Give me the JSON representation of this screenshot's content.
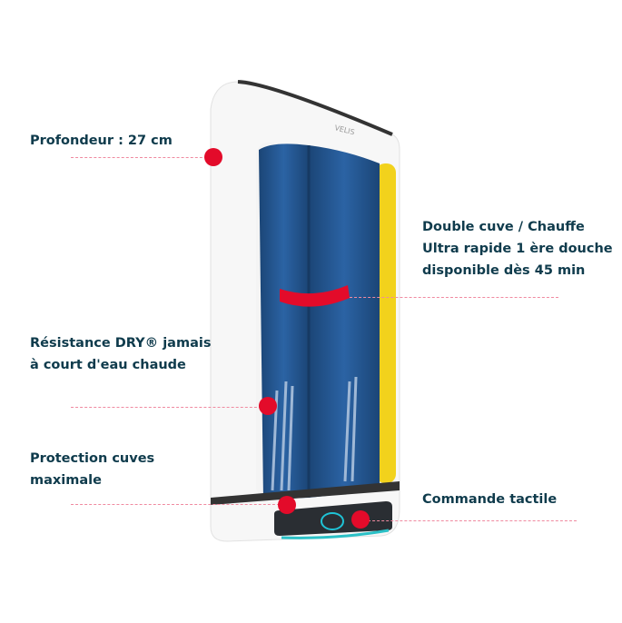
{
  "product": {
    "brand_logo": "VELIS"
  },
  "annotations": [
    {
      "lines": [
        "Profondeur : 27 cm"
      ]
    },
    {
      "lines": [
        "Double cuve / Chauffe",
        "Ultra rapide 1 ère douche",
        "disponible dès 45 min"
      ]
    },
    {
      "lines": [
        "Résistance DRY® jamais",
        "à court d'eau chaude"
      ]
    },
    {
      "lines": [
        "Protection cuves",
        "maximale"
      ]
    },
    {
      "lines": [
        "Commande tactile"
      ]
    }
  ],
  "colors": {
    "text": "#0f3b4c",
    "marker": "#e30b2a",
    "dash": "#f08aa0",
    "tank": "#1f4f86",
    "accent": "#f2d21c"
  }
}
